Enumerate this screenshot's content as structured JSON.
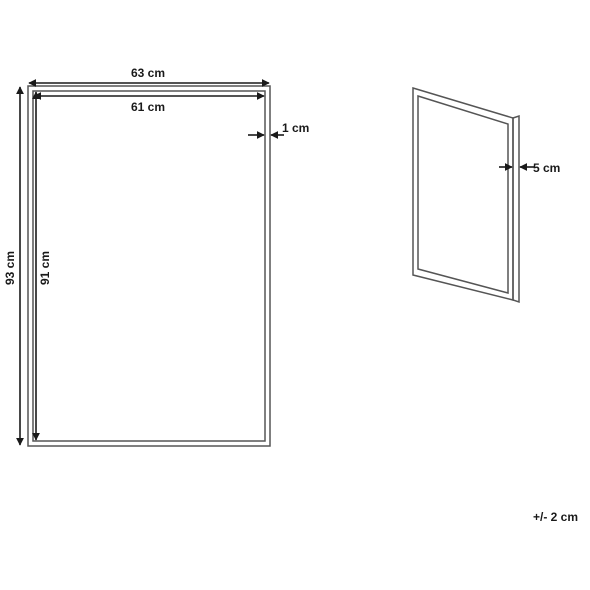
{
  "front_view": {
    "outer_width_label": "63 cm",
    "inner_width_label": "61 cm",
    "frame_thickness_label": "1 cm",
    "outer_height_label": "93 cm",
    "inner_height_label": "91 cm"
  },
  "side_view": {
    "depth_label": "5 cm"
  },
  "tolerance_label": "+/- 2 cm",
  "colors": {
    "line": "#1a1a1a",
    "frame_outline": "#555555"
  }
}
